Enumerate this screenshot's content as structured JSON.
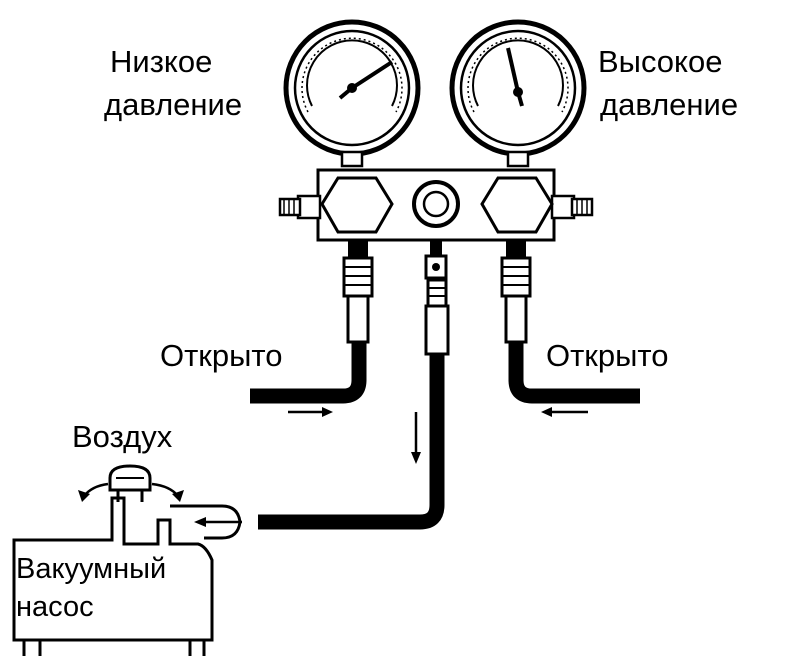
{
  "labels": {
    "low_pressure_line1": "Низкое",
    "low_pressure_line2": "давление",
    "high_pressure_line1": "Высокое",
    "high_pressure_line2": "давление",
    "open_left": "Открыто",
    "open_right": "Открыто",
    "air": "Воздух",
    "vacuum_pump_line1": "Вакуумный",
    "vacuum_pump_line2": "насос"
  },
  "colors": {
    "ink": "#000000",
    "paper": "#ffffff"
  }
}
